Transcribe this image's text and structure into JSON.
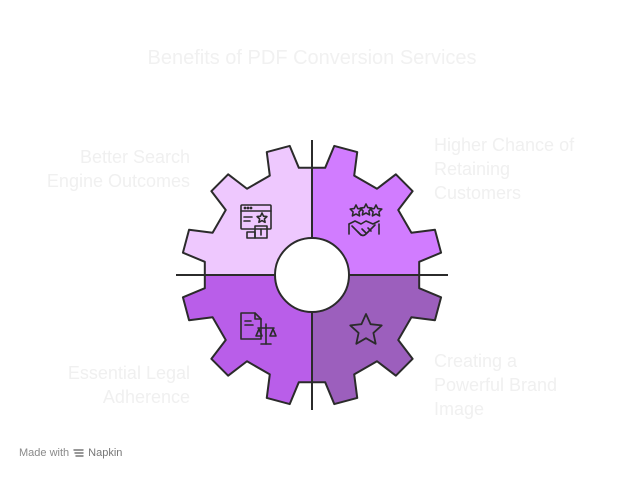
{
  "title": "Benefits of PDF Conversion Services",
  "segments": [
    {
      "position": "top-left",
      "lines": [
        "Better Search",
        "Engine Outcomes"
      ],
      "icon": "ranking-webpage-icon",
      "color": "#eec8fe"
    },
    {
      "position": "top-right",
      "lines": [
        "Higher Chance of",
        "Retaining",
        "Customers"
      ],
      "icon": "stars-handshake-icon",
      "color": "#d17cff"
    },
    {
      "position": "bottom-left",
      "lines": [
        "Essential Legal",
        "Adherence"
      ],
      "icon": "document-scale-icon",
      "color": "#b95ee9"
    },
    {
      "position": "bottom-right",
      "lines": [
        "Creating a",
        "Powerful Brand",
        "Image"
      ],
      "icon": "star-icon",
      "color": "#9c5fbd"
    }
  ],
  "footer": {
    "made_with": "Made with",
    "brand": "Napkin",
    "icon": "napkin-logo-icon"
  },
  "outline_color": "#2b2b2b"
}
